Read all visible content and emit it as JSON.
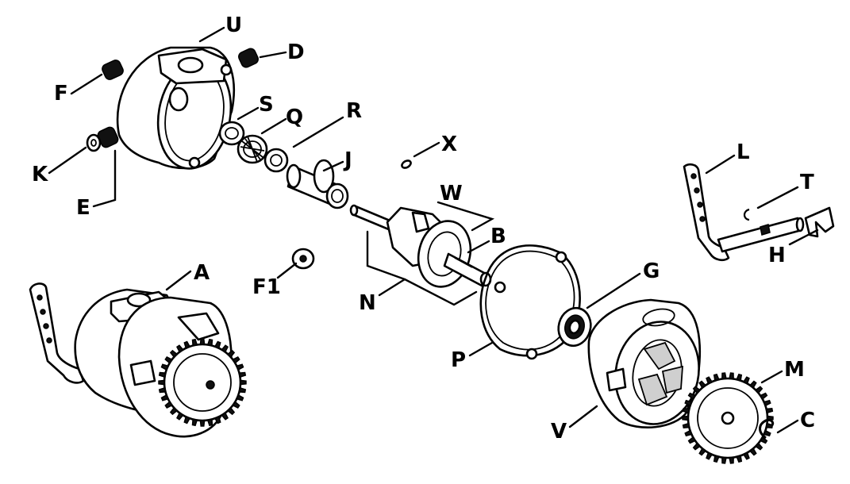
{
  "labels": {
    "A": "A",
    "B": "B",
    "C": "C",
    "D": "D",
    "E": "E",
    "F": "F",
    "F1": "F1",
    "G": "G",
    "H": "H",
    "J": "J",
    "K": "K",
    "L": "L",
    "M": "M",
    "N": "N",
    "P": "P",
    "Q": "Q",
    "R": "R",
    "S": "S",
    "T": "T",
    "U": "U",
    "V": "V",
    "W": "W",
    "X": "X"
  }
}
